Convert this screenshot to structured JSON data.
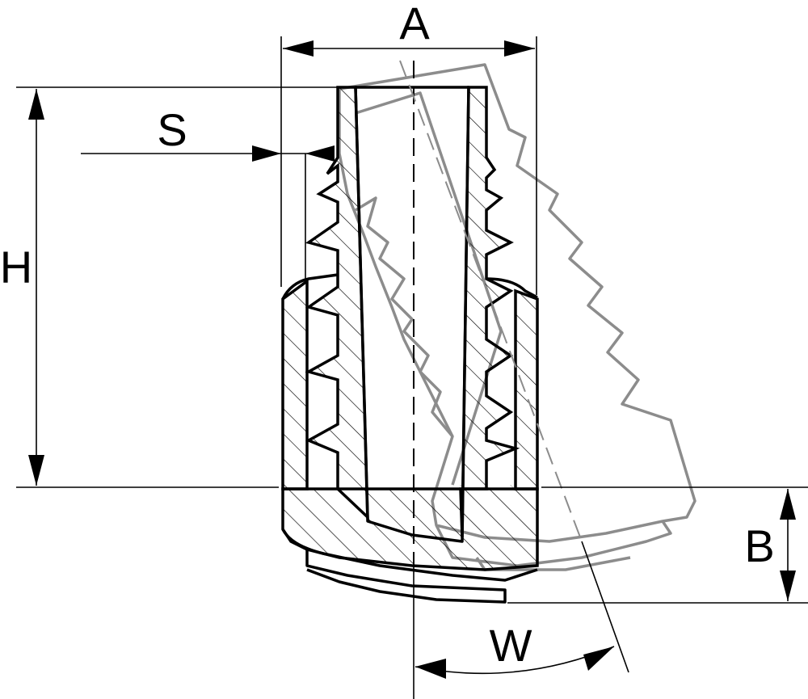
{
  "dimensions": {
    "width_label": "A",
    "height_label": "H",
    "thread_label": "S",
    "base_label": "B",
    "angle_label": "W"
  },
  "colors": {
    "part_outline": "#000000",
    "tilted_part_outline": "#8c8c8c",
    "background": "#ffffff"
  }
}
